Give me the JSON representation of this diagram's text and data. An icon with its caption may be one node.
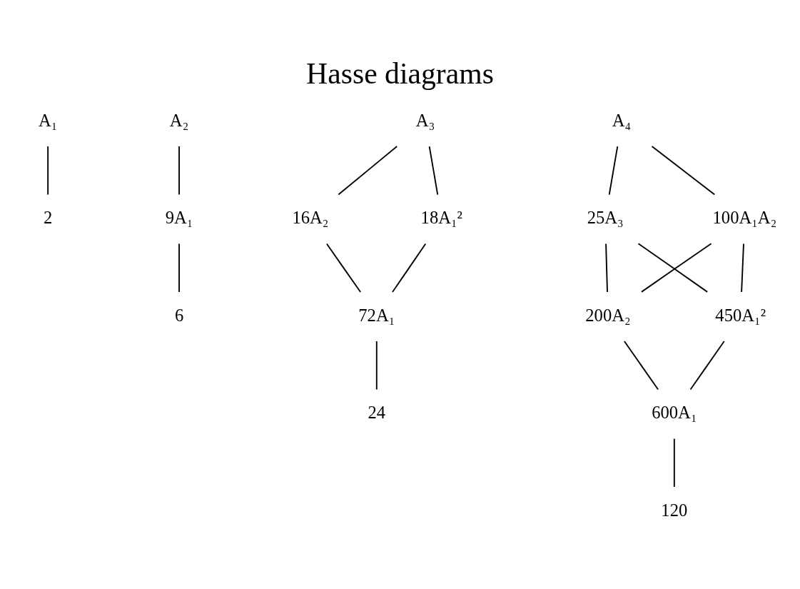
{
  "diagram": {
    "title": "Hasse diagrams",
    "nodes": [
      {
        "text": [
          "A₁"
        ]
      },
      {
        "text": [
          "2"
        ]
      },
      {
        "text": [
          "A₂"
        ]
      },
      {
        "text": [
          "9A₁"
        ]
      },
      {
        "text": [
          "6"
        ]
      },
      {
        "text": [
          "A₃"
        ]
      },
      {
        "text": [
          "16A₂"
        ]
      },
      {
        "text": [
          "18A₁²"
        ]
      },
      {
        "text": [
          "72A₁"
        ]
      },
      {
        "text": [
          "24"
        ]
      },
      {
        "text": [
          "A₄"
        ]
      },
      {
        "text": [
          "25A₃"
        ]
      },
      {
        "text": [
          "100A₁A₂"
        ]
      },
      {
        "text": [
          "200A₂"
        ]
      },
      {
        "text": [
          "450A₁²"
        ]
      },
      {
        "text": [
          "600A₁"
        ]
      },
      {
        "text": [
          "120"
        ]
      }
    ],
    "edges": [
      {
        "from": 0,
        "to": 1,
        "arrow": "none"
      },
      {
        "from": 2,
        "to": 3,
        "arrow": "none"
      },
      {
        "from": 3,
        "to": 4,
        "arrow": "none"
      },
      {
        "from": 5,
        "to": 6,
        "arrow": "none"
      },
      {
        "from": 5,
        "to": 7,
        "arrow": "none"
      },
      {
        "from": 6,
        "to": 8,
        "arrow": "none"
      },
      {
        "from": 7,
        "to": 8,
        "arrow": "none"
      },
      {
        "from": 8,
        "to": 9,
        "arrow": "none"
      },
      {
        "from": 10,
        "to": 12,
        "arrow": "none"
      },
      {
        "from": 10,
        "to": 11,
        "arrow": "none"
      },
      {
        "from": 11,
        "to": 13,
        "arrow": "none"
      },
      {
        "from": 11,
        "to": 14,
        "arrow": "none"
      },
      {
        "from": 12,
        "to": 13,
        "arrow": "none"
      },
      {
        "from": 12,
        "to": 14,
        "arrow": "none"
      },
      {
        "from": 13,
        "to": 15,
        "arrow": "none"
      },
      {
        "from": 14,
        "to": 15,
        "arrow": "none"
      },
      {
        "from": 15,
        "to": 16,
        "arrow": "none"
      }
    ]
  }
}
